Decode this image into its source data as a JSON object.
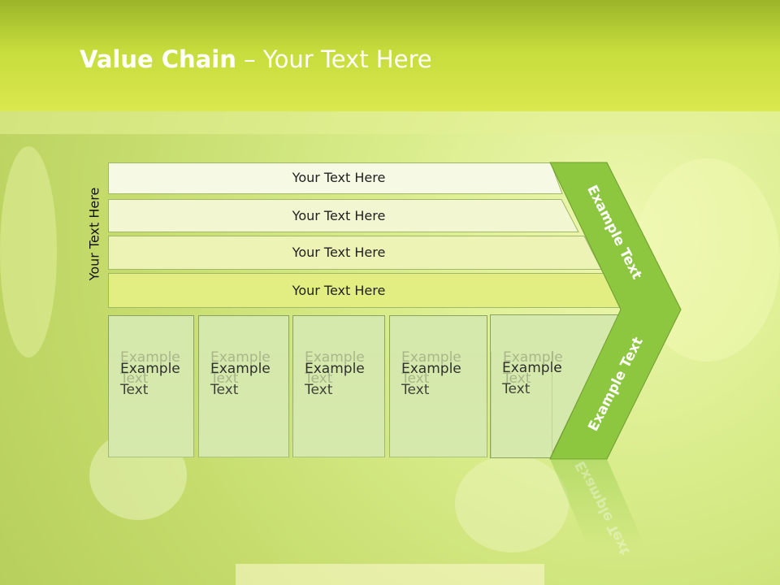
{
  "title": {
    "bold": "Value Chain",
    "rest": " – Your Text Here"
  },
  "side_label": "Your Text Here",
  "bars": [
    "Your Text Here",
    "Your Text Here",
    "Your Text Here",
    "Your Text Here"
  ],
  "columns": [
    "Example\nText",
    "Example\nText",
    "Example\nText",
    "Example\nText",
    "Example\nText"
  ],
  "arrow_top": "Example Text",
  "arrow_bottom": "Example Text",
  "colors": {
    "header": "#c6dc3c",
    "arrow": "#8dc63f",
    "bar_fills": [
      "#f6fae4",
      "#f2f7d2",
      "#ecf3b5",
      "#e2ee82"
    ]
  }
}
